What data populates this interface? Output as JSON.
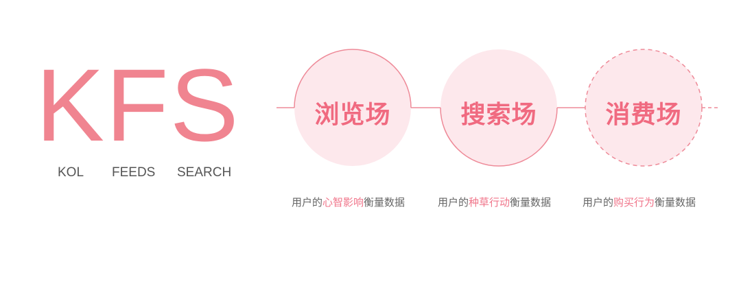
{
  "logo": {
    "title": "KFS",
    "subtitles": [
      "KOL",
      "FEEDS",
      "SEARCH"
    ]
  },
  "stages": [
    {
      "label": "浏览场",
      "caption_prefix": "用户的",
      "caption_highlight": "心智影响",
      "caption_suffix": "衡量数据",
      "border": "solid-top-half"
    },
    {
      "label": "搜索场",
      "caption_prefix": "用户的",
      "caption_highlight": "种草行动",
      "caption_suffix": "衡量数据",
      "border": "solid-bottom-half"
    },
    {
      "label": "消费场",
      "caption_prefix": "用户的",
      "caption_highlight": "购买行为",
      "caption_suffix": "衡量数据",
      "border": "dashed-full"
    }
  ],
  "colors": {
    "logo": "#f08490",
    "stage_text": "#f06a80",
    "circle_fill": "#fde8ec",
    "stroke": "#ee8a98",
    "caption": "#666666",
    "highlight": "#f0758a",
    "subtitle": "#555555"
  }
}
